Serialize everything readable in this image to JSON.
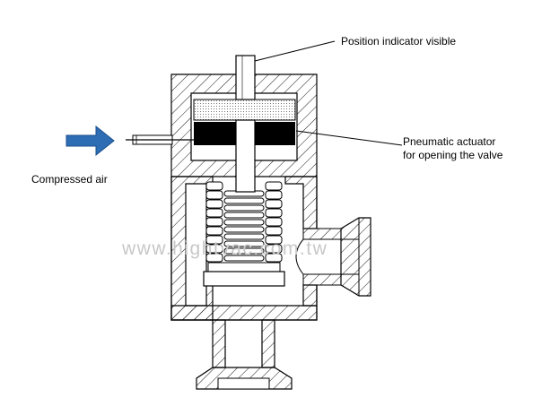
{
  "labels": {
    "position_indicator": "Position indicator visible",
    "actuator_line1": "Pneumatic actuator",
    "actuator_line2": "for opening the valve",
    "compressed_air": "Compressed air"
  },
  "watermark": "www.hightvac.com.tw",
  "colors": {
    "outline": "#000000",
    "hatch": "#000000",
    "actuator_fill": "#000000",
    "arrow_fill": "#2e6db4",
    "arrow_stroke": "#1a4e8c",
    "watermark": "#c8c8c8",
    "background": "#ffffff"
  },
  "icons": {
    "air_arrow": "right-arrow-icon"
  }
}
